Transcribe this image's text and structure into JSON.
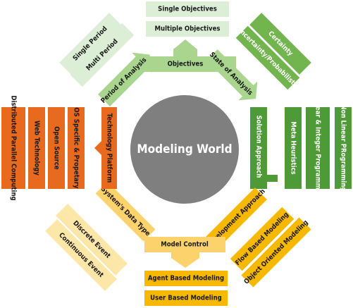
{
  "center_label": "Modeling World",
  "colors": {
    "light_green": "#dcefd6",
    "mid_green": "#a9d58f",
    "green": "#72b54e",
    "dark_green": "#4e9a37",
    "orange": "#e86a1e",
    "yellow": "#fbd26b",
    "light_yellow": "#fde7a8",
    "gold": "#f7b800",
    "gray": "#7f7f7f"
  },
  "hubs": {
    "objectives": "Objectives",
    "state_of_analysis": "State of Analysis",
    "solution_approach": "Solution Approach",
    "development_approach": "Development Approach",
    "model_control": "Model Control",
    "systems_data_type": "System's Data Type",
    "technology_platform": "Technology Platform",
    "period_of_analysis": "Period of Analysis"
  },
  "leaves": {
    "objectives": [
      "Multiple Objectives",
      "Single Objectives"
    ],
    "state_of_analysis": [
      "Uncertainty/Probabilistic",
      "Certainty"
    ],
    "solution_approach": [
      "Meta Heuristics",
      "Linear & Integer Programming",
      "Non Linear PRogramming"
    ],
    "development_approach": [
      "Flow Based Modeling",
      "Object Oriented Modeling"
    ],
    "model_control": [
      "Agent Based Modeling",
      "User Based Modeling"
    ],
    "systems_data_type": [
      "Discrete Event",
      "Continuous Event"
    ],
    "technology_platform": [
      "OS Specific & Propetary",
      "Open Source",
      "Web Technology",
      "Distributed Parallel Computing"
    ],
    "period_of_analysis": [
      "Multi Period",
      "Single Period"
    ]
  }
}
